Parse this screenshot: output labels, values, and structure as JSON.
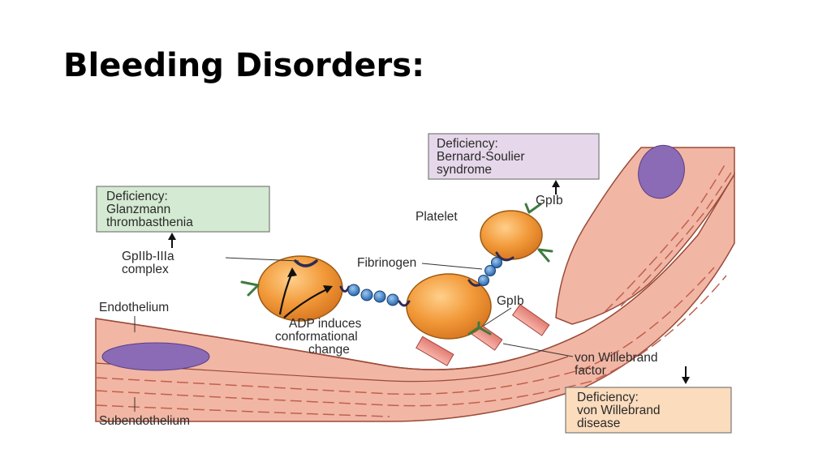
{
  "slide": {
    "title": "Bleeding Disorders:"
  },
  "diagram": {
    "boxes": {
      "glanzmann": [
        "Deficiency:",
        "Glanzmann",
        "thrombasthenia"
      ],
      "bernard": [
        "Deficiency:",
        "Bernard-Soulier",
        "syndrome"
      ],
      "vwd": [
        "Deficiency:",
        "von Willebrand",
        "disease"
      ]
    },
    "labels": {
      "gpiib_iiia": [
        "GpIIb-IIIa",
        "complex"
      ],
      "platelet": "Platelet",
      "gpib_top": "GpIb",
      "fibrinogen": "Fibrinogen",
      "gpib_mid": "GpIb",
      "endothelium": "Endothelium",
      "adp": [
        "ADP induces",
        "conformational",
        "change"
      ],
      "vwf": [
        "von Willebrand",
        "factor"
      ],
      "subendothelium": "Subendothelium"
    },
    "colors": {
      "glanzmann_box": "#d4ead2",
      "bernard_box": "#e6d8ea",
      "vwd_box": "#fbdcbd",
      "vessel": "#f2b6a4",
      "platelet": "#f29a3a",
      "nucleus": "#8b6bb5",
      "fibrinogen": "#2f78c2",
      "receptor": "#3f7a3f",
      "vwf": "#f09a90"
    }
  }
}
